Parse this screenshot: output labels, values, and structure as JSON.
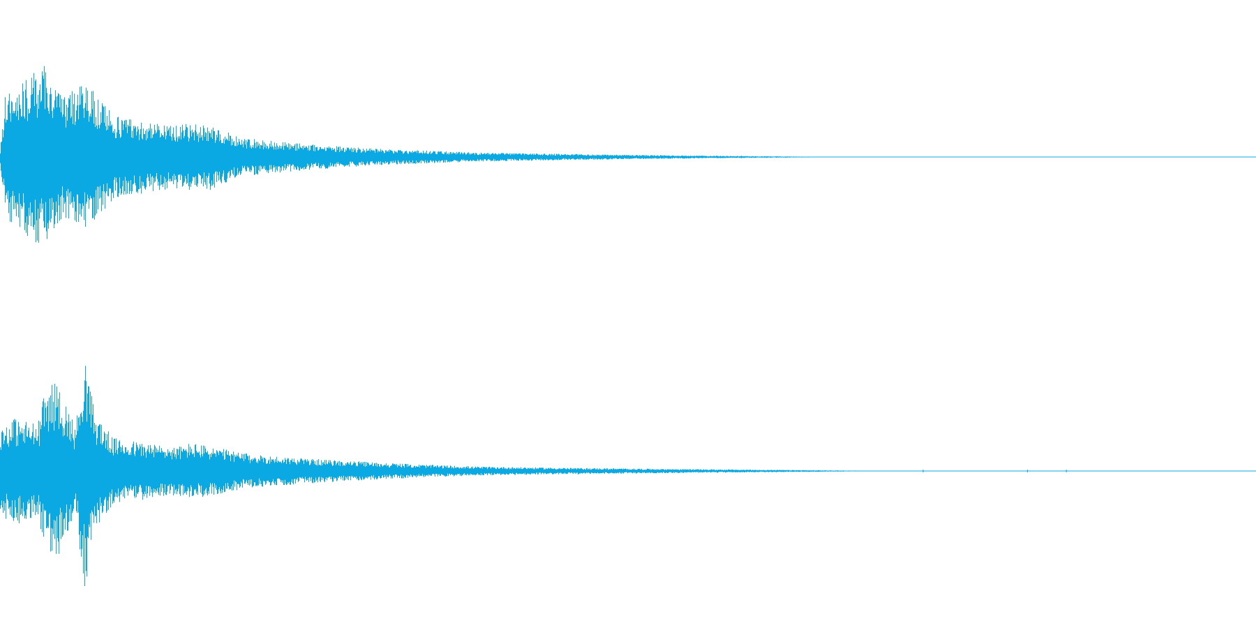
{
  "waveform": {
    "color": "#0aa9e3",
    "background": "#ffffff",
    "channel_count": 2,
    "channels": [
      {
        "name": "",
        "peak_amplitude": 0.62,
        "peak_time_fraction": 0.035,
        "decay_envelope": [
          [
            0.0,
            0.05
          ],
          [
            0.004,
            0.42
          ],
          [
            0.012,
            0.46
          ],
          [
            0.035,
            0.62
          ],
          [
            0.05,
            0.4
          ],
          [
            0.068,
            0.5
          ],
          [
            0.09,
            0.28
          ],
          [
            0.13,
            0.22
          ],
          [
            0.168,
            0.22
          ],
          [
            0.19,
            0.13
          ],
          [
            0.24,
            0.09
          ],
          [
            0.3,
            0.055
          ],
          [
            0.38,
            0.03
          ],
          [
            0.47,
            0.018
          ],
          [
            0.55,
            0.01
          ],
          [
            0.6,
            0.006
          ],
          [
            0.64,
            0.003
          ],
          [
            0.68,
            0.0
          ],
          [
            1.0,
            0.0
          ]
        ],
        "spikes": [
          [
            0.035,
            0.62
          ],
          [
            0.067,
            0.5
          ],
          [
            0.168,
            0.19
          ],
          [
            0.328,
            0.035
          ],
          [
            0.59,
            0.01
          ]
        ]
      },
      {
        "name": "",
        "peak_amplitude": 0.8,
        "peak_time_fraction": 0.067,
        "decay_envelope": [
          [
            0.0,
            0.3
          ],
          [
            0.01,
            0.36
          ],
          [
            0.03,
            0.32
          ],
          [
            0.036,
            0.56
          ],
          [
            0.045,
            0.6
          ],
          [
            0.06,
            0.3
          ],
          [
            0.067,
            0.8
          ],
          [
            0.075,
            0.4
          ],
          [
            0.09,
            0.22
          ],
          [
            0.14,
            0.16
          ],
          [
            0.152,
            0.19
          ],
          [
            0.2,
            0.11
          ],
          [
            0.26,
            0.075
          ],
          [
            0.33,
            0.045
          ],
          [
            0.38,
            0.03
          ],
          [
            0.46,
            0.02
          ],
          [
            0.56,
            0.012
          ],
          [
            0.64,
            0.006
          ],
          [
            0.69,
            0.002
          ],
          [
            0.73,
            0.0
          ],
          [
            1.0,
            0.0
          ]
        ],
        "spikes": [
          [
            0.036,
            0.6
          ],
          [
            0.067,
            0.8
          ],
          [
            0.152,
            0.19
          ],
          [
            0.46,
            0.025
          ],
          [
            0.735,
            0.004
          ],
          [
            0.818,
            0.003
          ],
          [
            0.849,
            0.003
          ]
        ]
      }
    ]
  }
}
